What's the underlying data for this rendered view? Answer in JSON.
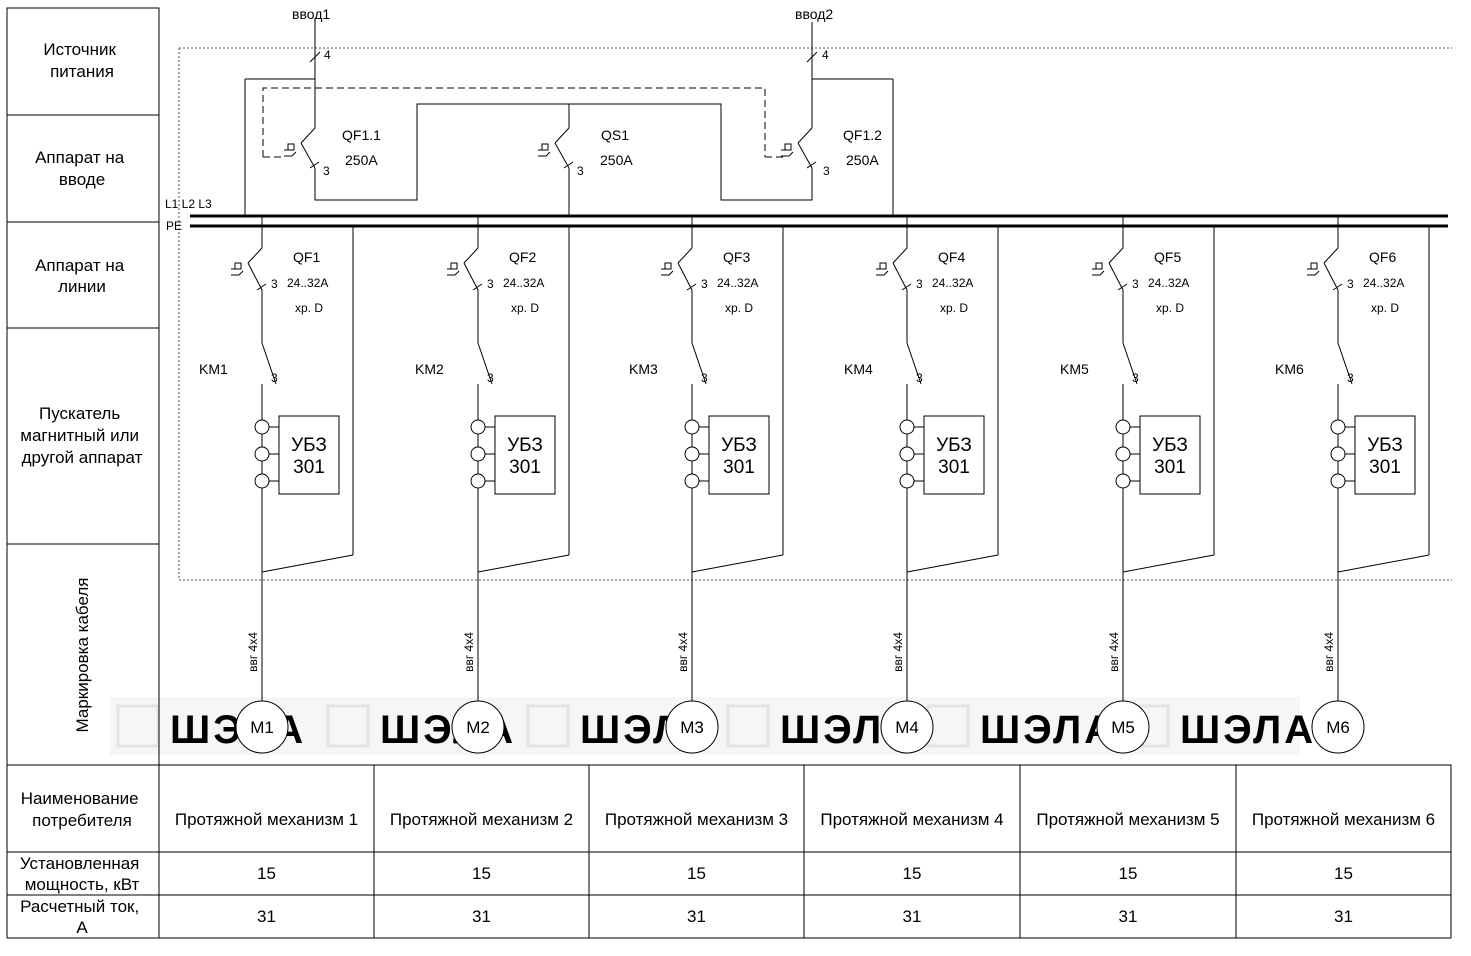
{
  "left_headers": {
    "source": [
      "Источник",
      "питания"
    ],
    "input_device": [
      "Аппарат на",
      "вводе"
    ],
    "line_device": [
      "Аппарат на",
      "линии"
    ],
    "starter": [
      "Пускатель",
      "магнитный или",
      "другой аппарат"
    ],
    "cable": "Маркировка кабеля"
  },
  "inputs": [
    {
      "label": "ввод1",
      "poles": "4"
    },
    {
      "label": "ввод2",
      "poles": "4"
    }
  ],
  "input_breakers": [
    {
      "name": "QF1.1",
      "rating": "250A",
      "poles": "3"
    },
    {
      "name": "QS1",
      "rating": "250A",
      "poles": "3"
    },
    {
      "name": "QF1.2",
      "rating": "250A",
      "poles": "3"
    }
  ],
  "bus": {
    "phases": "L1 L2 L3",
    "pe": "PE"
  },
  "feeders": [
    {
      "breaker": "QF1",
      "current": "24..32A",
      "char": "хр. D",
      "poles": "3",
      "contactor": "KM1",
      "km_poles": "3",
      "relay": [
        "УБЗ",
        "301"
      ],
      "cable": "ввг 4х4",
      "motor": "М1"
    },
    {
      "breaker": "QF2",
      "current": "24..32A",
      "char": "хр. D",
      "poles": "3",
      "contactor": "KM2",
      "km_poles": "3",
      "relay": [
        "УБЗ",
        "301"
      ],
      "cable": "ввг 4х4",
      "motor": "М2"
    },
    {
      "breaker": "QF3",
      "current": "24..32A",
      "char": "хр. D",
      "poles": "3",
      "contactor": "KM3",
      "km_poles": "3",
      "relay": [
        "УБЗ",
        "301"
      ],
      "cable": "ввг 4х4",
      "motor": "М3"
    },
    {
      "breaker": "QF4",
      "current": "24..32A",
      "char": "хр. D",
      "poles": "3",
      "contactor": "KM4",
      "km_poles": "3",
      "relay": [
        "УБЗ",
        "301"
      ],
      "cable": "ввг 4х4",
      "motor": "М4"
    },
    {
      "breaker": "QF5",
      "current": "24..32A",
      "char": "хр. D",
      "poles": "3",
      "contactor": "KM5",
      "km_poles": "3",
      "relay": [
        "УБЗ",
        "301"
      ],
      "cable": "ввг 4х4",
      "motor": "М5"
    },
    {
      "breaker": "QF6",
      "current": "24..32A",
      "char": "хр. D",
      "poles": "3",
      "contactor": "KM6",
      "km_poles": "3",
      "relay": [
        "УБЗ",
        "301"
      ],
      "cable": "ввг 4х4",
      "motor": "М6"
    }
  ],
  "table": {
    "row_headers": [
      [
        "Наименование",
        "потребителя"
      ],
      [
        "Установленная",
        "мощность, кВт"
      ],
      [
        "Расчетный ток,",
        "А"
      ]
    ],
    "consumers": [
      "Протяжной механизм 1",
      "Протяжной механизм 2",
      "Протяжной механизм 3",
      "Протяжной механизм 4",
      "Протяжной механизм 5",
      "Протяжной механизм 6"
    ],
    "power": [
      "15",
      "15",
      "15",
      "15",
      "15",
      "15"
    ],
    "current": [
      "31",
      "31",
      "31",
      "31",
      "31",
      "31"
    ]
  },
  "watermark": {
    "text": "ШЭЛА",
    "logo": "shela-logo-icon"
  }
}
